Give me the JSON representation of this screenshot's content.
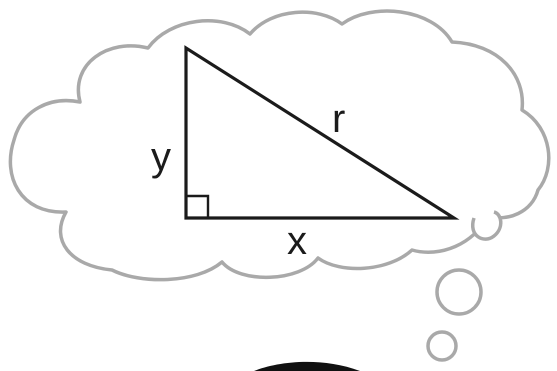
{
  "diagram": {
    "labels": {
      "hypotenuse": "r",
      "vertical_leg": "y",
      "horizontal_leg": "x"
    },
    "right_angle_marker": true,
    "colors": {
      "cloud_outline": "#a9a9a9",
      "triangle": "#1b1b1b",
      "background": "#ffffff"
    }
  }
}
